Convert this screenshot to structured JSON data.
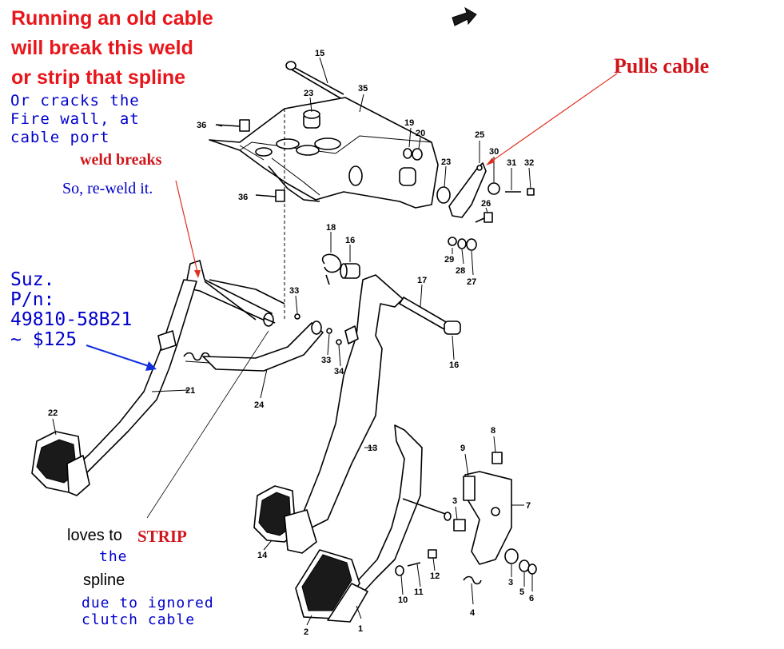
{
  "annotations": {
    "warning_line1": "Running an old cable",
    "warning_line2": "will break this weld",
    "warning_line3": "or strip that spline",
    "firewall_note": "Or cracks the\nFire wall, at\ncable port",
    "weld_breaks": "weld breaks",
    "reweld": "So, re-weld it.",
    "part_number": "Suz.\nP/n:\n49810-58B21\n~ $125",
    "pulls_cable": "Pulls cable",
    "loves_to": "loves to",
    "strip": "STRIP",
    "the": "the",
    "spline": "spline",
    "due_to": "due to ignored\nclutch cable"
  },
  "part_labels": [
    "15",
    "35",
    "23",
    "36",
    "19",
    "20",
    "25",
    "30",
    "31",
    "32",
    "23",
    "26",
    "36",
    "18",
    "16",
    "17",
    "29",
    "28",
    "27",
    "33",
    "33",
    "34",
    "16",
    "24",
    "21",
    "22",
    "13",
    "8",
    "9",
    "3",
    "7",
    "14",
    "3",
    "5",
    "6",
    "10",
    "11",
    "12",
    "4",
    "2",
    "1"
  ],
  "colors": {
    "warning_red": "#e8161b",
    "note_blue": "#0000cc",
    "arrow_red": "#e03020",
    "arrow_blue": "#1030e0",
    "line_black": "#000000"
  },
  "icons": [
    "front-direction-arrow-icon"
  ]
}
